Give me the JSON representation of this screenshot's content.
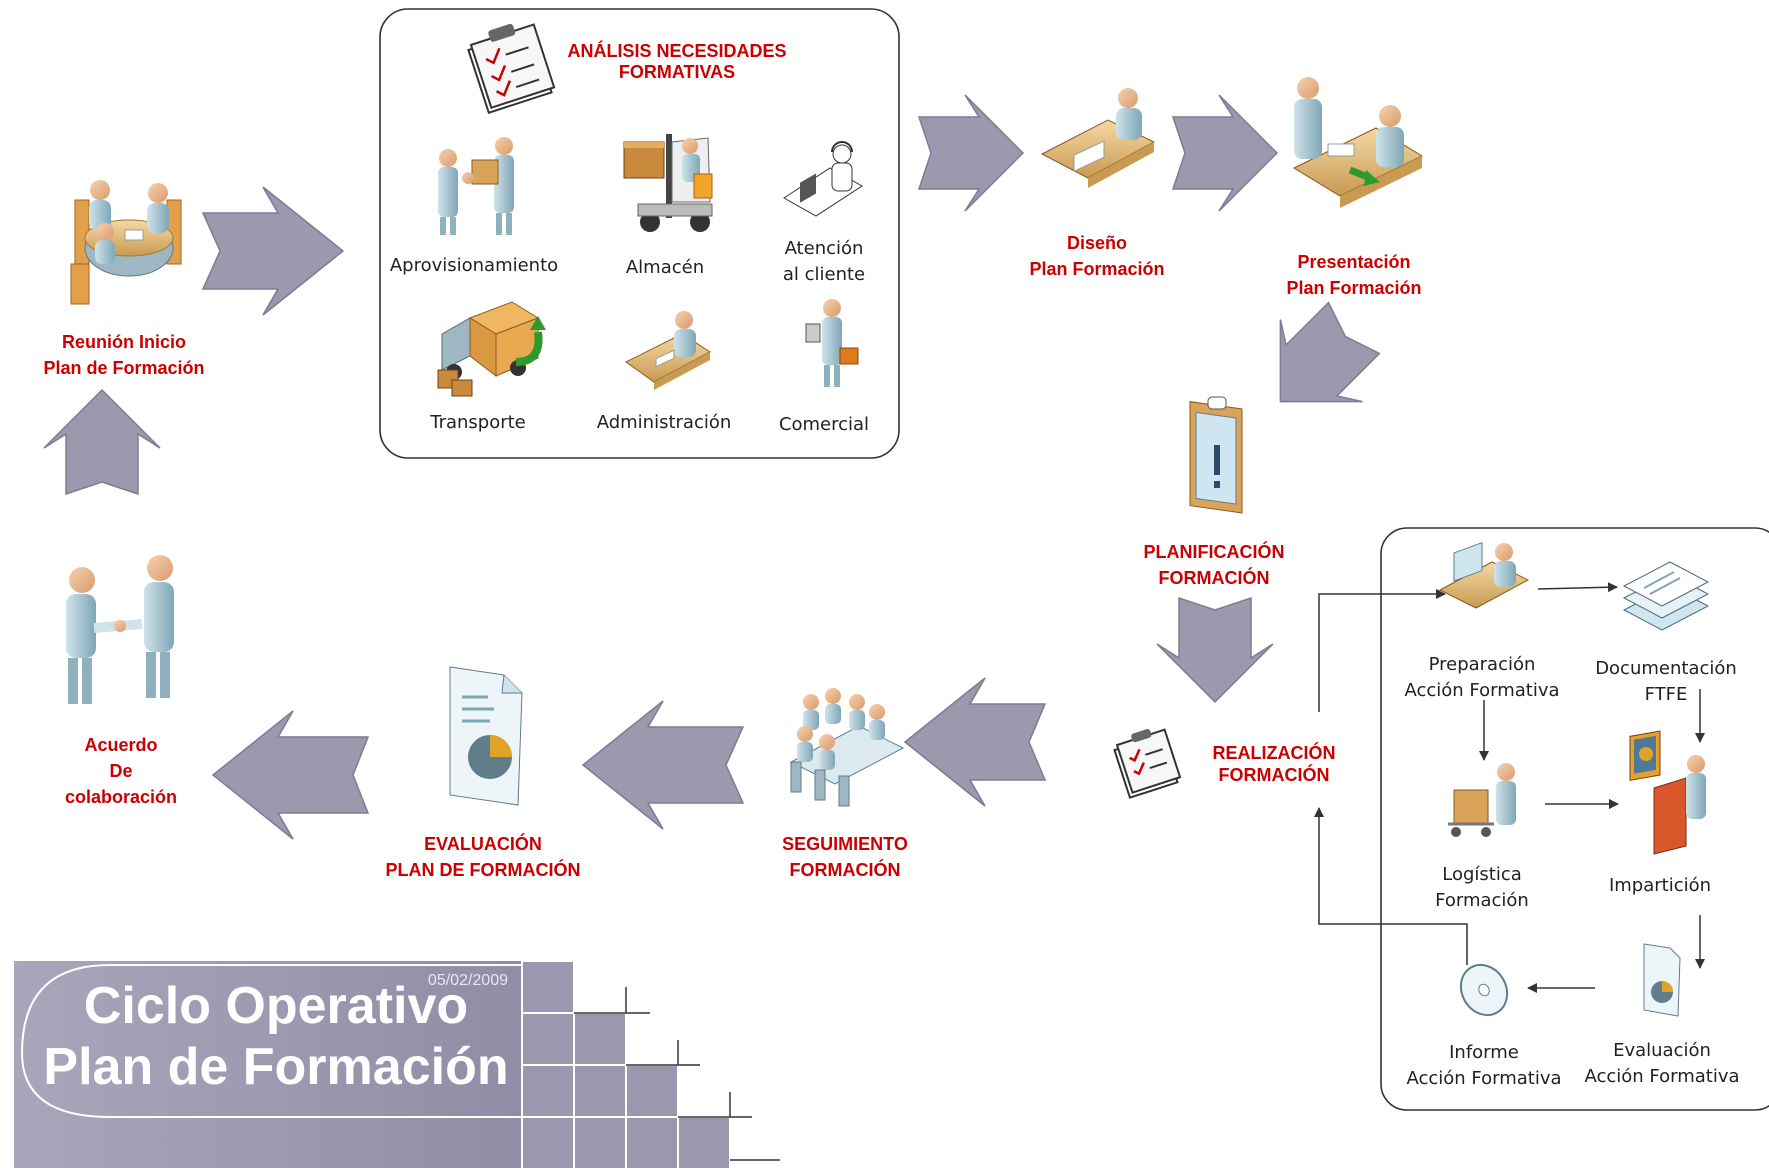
{
  "colors": {
    "accent_red": "#cc0000",
    "arrow_fill": "#9c99ae",
    "title_block": "#9c99ae"
  },
  "title_block": {
    "date": "05/02/2009",
    "line1": "Ciclo Operativo",
    "line2": "Plan de Formación"
  },
  "steps": {
    "reunion": [
      "Reunión Inicio",
      "Plan de Formación"
    ],
    "analisis": [
      "ANÁLISIS NECESIDADES",
      "FORMATIVAS"
    ],
    "diseno": [
      "Diseño",
      "Plan Formación"
    ],
    "presentacion": [
      "Presentación",
      "Plan Formación"
    ],
    "planificacion": [
      "PLANIFICACIÓN",
      "FORMACIÓN"
    ],
    "realizacion": [
      "REALIZACIÓN",
      "FORMACIÓN"
    ],
    "seguimiento": [
      "SEGUIMIENTO",
      "FORMACIÓN"
    ],
    "evaluacion": [
      "EVALUACIÓN",
      "PLAN DE FORMACIÓN"
    ],
    "acuerdo": [
      "Acuerdo",
      "De",
      "colaboración"
    ]
  },
  "departments": [
    {
      "label": [
        "Aprovisionamiento"
      ],
      "icon": "handshake-delivery-icon"
    },
    {
      "label": [
        "Almacén"
      ],
      "icon": "forklift-icon"
    },
    {
      "label": [
        "Atención",
        "al cliente"
      ],
      "icon": "call-center-icon"
    },
    {
      "label": [
        "Transporte"
      ],
      "icon": "truck-icon"
    },
    {
      "label": [
        "Administración"
      ],
      "icon": "desk-worker-icon"
    },
    {
      "label": [
        "Comercial"
      ],
      "icon": "salesperson-icon"
    }
  ],
  "sub_steps": {
    "preparacion": [
      "Preparación",
      "Acción Formativa"
    ],
    "documentacion": [
      "Documentación",
      "FTFE"
    ],
    "logistica": [
      "Logística",
      "Formación"
    ],
    "imparticion": [
      "Impartición"
    ],
    "informe": [
      "Informe",
      "Acción Formativa"
    ],
    "evaluacion": [
      "Evaluación",
      "Acción Formativa"
    ]
  }
}
